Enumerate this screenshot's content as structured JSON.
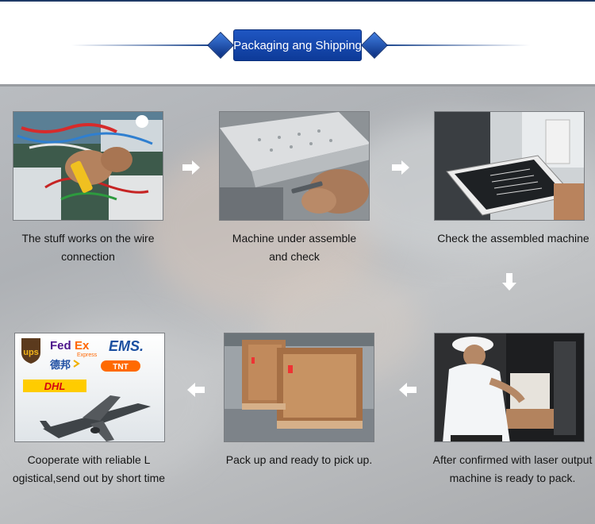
{
  "header": {
    "title": "Packaging ang Shipping"
  },
  "steps": [
    {
      "caption_line1": "The stuff works on the wire",
      "caption_line2": "connection"
    },
    {
      "caption_line1": "Machine under assemble",
      "caption_line2": "and check"
    },
    {
      "caption_line1": "Check the assembled machine",
      "caption_line2": ""
    },
    {
      "caption_line1": "After confirmed with laser output",
      "caption_line2": "machine is ready to pack."
    },
    {
      "caption_line1": "Pack up and ready to pick up.",
      "caption_line2": ""
    },
    {
      "caption_line1": "Cooperate with reliable L",
      "caption_line2": "ogistical,send out by short time"
    }
  ],
  "logistics_logos": {
    "ups": "ups",
    "fedex_fed": "Fed",
    "fedex_ex": "Ex",
    "fedex_express": "Express",
    "ems": "EMS.",
    "debang": "德邦",
    "tnt": "TNT",
    "dhl": "DHL"
  },
  "colors": {
    "title_bg": "#1f56c2",
    "accent_dark": "#0d3a98",
    "caption_text": "#151515",
    "panel_bg": "#b9bcc0"
  }
}
